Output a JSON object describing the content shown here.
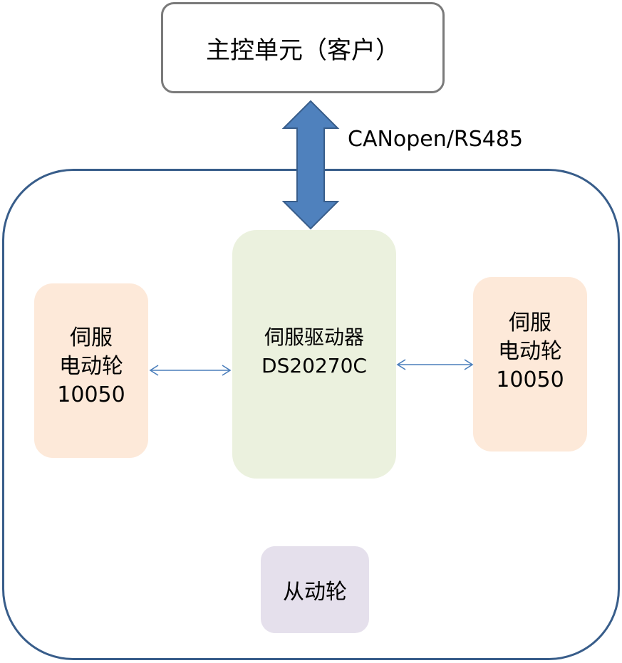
{
  "diagram": {
    "host": {
      "label": "主控单元（客户）"
    },
    "bus": {
      "label": "CANopen/RS485"
    },
    "driver": {
      "line1": "伺服驱动器",
      "line2": "DS20270C"
    },
    "motor_left": {
      "line1": "伺服",
      "line2": "电动轮",
      "line3": "10050"
    },
    "motor_right": {
      "line1": "伺服",
      "line2": "电动轮",
      "line3": "10050"
    },
    "passive_wheel": {
      "label": "从动轮"
    },
    "colors": {
      "bus_arrow_fill": "#4f81bd",
      "bus_arrow_stroke": "#385d8a",
      "chassis_border": "#385d8a",
      "host_border": "#7a7a7a",
      "driver_fill": "#ebf1de",
      "motor_fill": "#fde9d9",
      "passive_fill": "#e5e0ec",
      "link_arrow": "#4a7ebb"
    }
  }
}
